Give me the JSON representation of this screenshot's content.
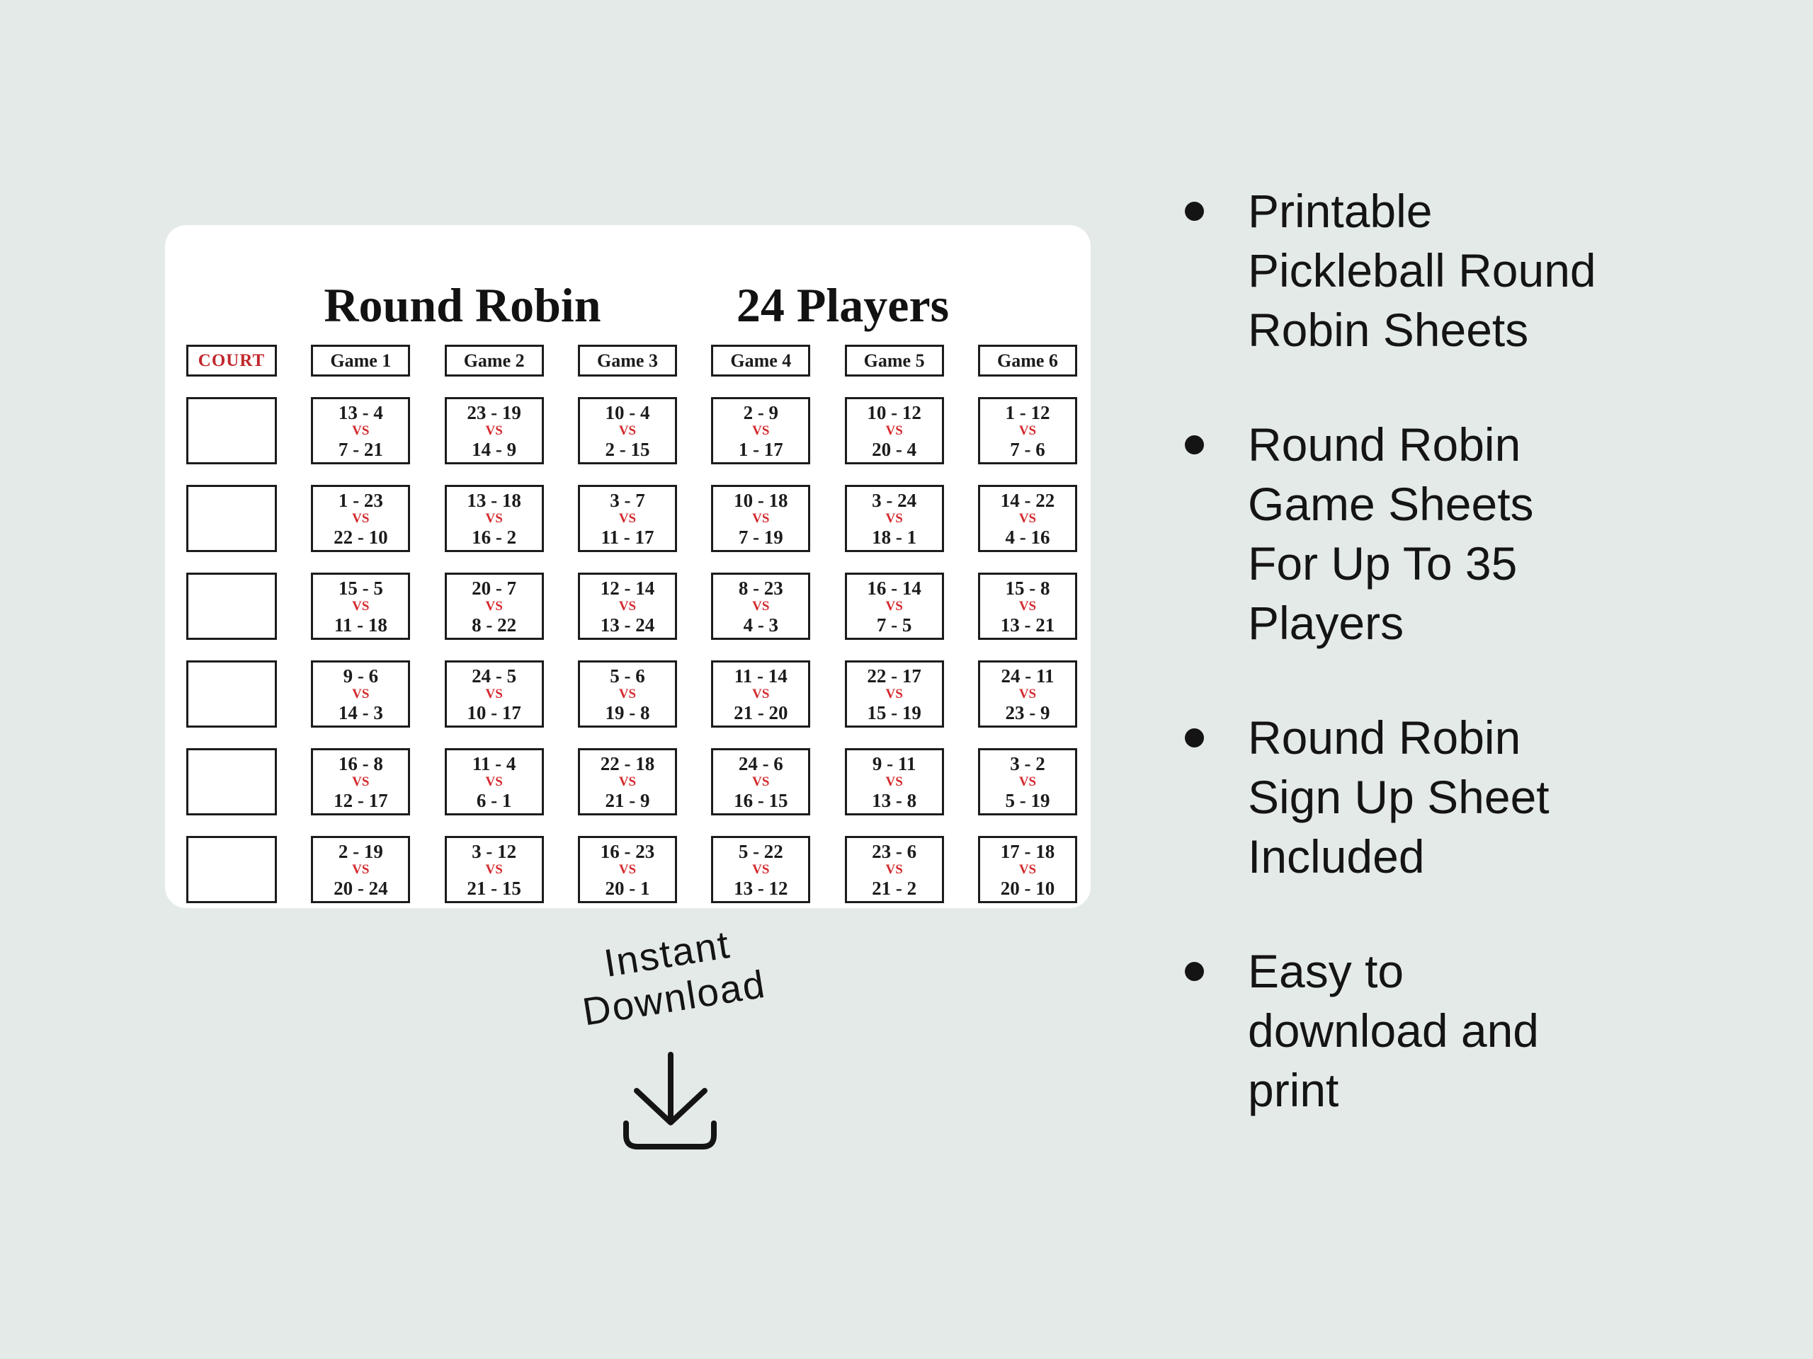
{
  "colors": {
    "background": "#e4eae8",
    "card_background": "#ffffff",
    "text": "#141414",
    "table_border": "#1c1c1c",
    "accent_red": "#c1272d"
  },
  "card": {
    "title_left": "Round Robin",
    "title_right": "24 Players",
    "table": {
      "court_header": "COURT",
      "vs_label": "VS",
      "court_row_count": 6,
      "games": [
        {
          "label": "Game 1",
          "matches": [
            [
              "13 - 4",
              "7 - 21"
            ],
            [
              "1 - 23",
              "22 - 10"
            ],
            [
              "15 - 5",
              "11 - 18"
            ],
            [
              "9 - 6",
              "14 - 3"
            ],
            [
              "16 - 8",
              "12 - 17"
            ],
            [
              "2 - 19",
              "20 - 24"
            ]
          ]
        },
        {
          "label": "Game 2",
          "matches": [
            [
              "23 - 19",
              "14 - 9"
            ],
            [
              "13 - 18",
              "16 - 2"
            ],
            [
              "20 - 7",
              "8 - 22"
            ],
            [
              "24 - 5",
              "10 - 17"
            ],
            [
              "11 - 4",
              "6 - 1"
            ],
            [
              "3 - 12",
              "21 - 15"
            ]
          ]
        },
        {
          "label": "Game 3",
          "matches": [
            [
              "10 - 4",
              "2 - 15"
            ],
            [
              "3 - 7",
              "11 - 17"
            ],
            [
              "12 - 14",
              "13 - 24"
            ],
            [
              "5 - 6",
              "19 - 8"
            ],
            [
              "22 - 18",
              "21 - 9"
            ],
            [
              "16 - 23",
              "20 - 1"
            ]
          ]
        },
        {
          "label": "Game 4",
          "matches": [
            [
              "2 - 9",
              "1 - 17"
            ],
            [
              "10 - 18",
              "7 - 19"
            ],
            [
              "8 - 23",
              "4 - 3"
            ],
            [
              "11 - 14",
              "21 - 20"
            ],
            [
              "24 - 6",
              "16 - 15"
            ],
            [
              "5 - 22",
              "13 - 12"
            ]
          ]
        },
        {
          "label": "Game 5",
          "matches": [
            [
              "10 - 12",
              "20 - 4"
            ],
            [
              "3 - 24",
              "18 - 1"
            ],
            [
              "16 - 14",
              "7 - 5"
            ],
            [
              "22 - 17",
              "15 - 19"
            ],
            [
              "9 - 11",
              "13 - 8"
            ],
            [
              "23 - 6",
              "21 - 2"
            ]
          ]
        },
        {
          "label": "Game 6",
          "matches": [
            [
              "1 - 12",
              "7 - 6"
            ],
            [
              "14 - 22",
              "4 - 16"
            ],
            [
              "15 - 8",
              "13 - 21"
            ],
            [
              "24 - 11",
              "23 - 9"
            ],
            [
              "3 - 2",
              "5 - 19"
            ],
            [
              "17 - 18",
              "20 - 10"
            ]
          ]
        }
      ]
    }
  },
  "download": {
    "label": "Instant\nDownload",
    "icon": "download-icon"
  },
  "bullets": [
    {
      "text": "Printable\nPickleball Round\nRobin Sheets"
    },
    {
      "text": "Round Robin\nGame Sheets\nFor Up To 35\nPlayers"
    },
    {
      "text": "Round Robin\nSign Up Sheet\nIncluded"
    },
    {
      "text": "Easy to\ndownload and\nprint"
    }
  ]
}
